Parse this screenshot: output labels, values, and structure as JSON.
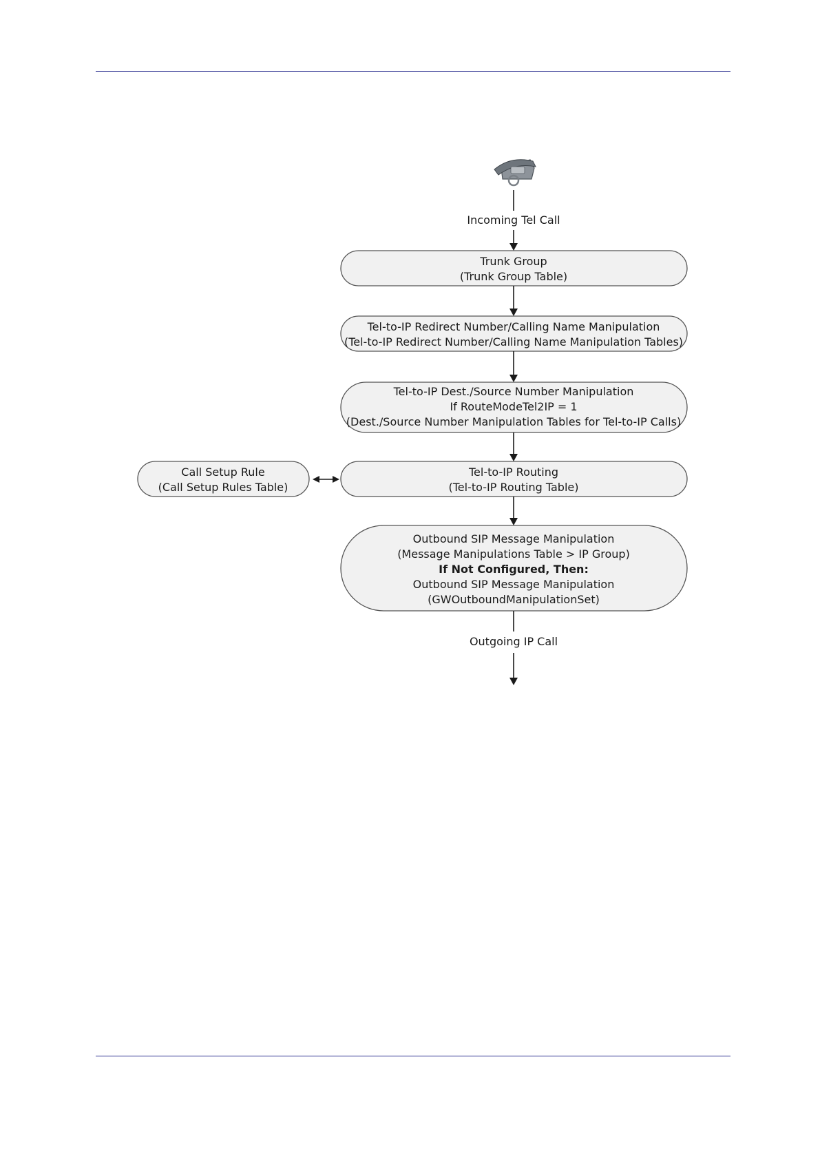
{
  "incoming_label": "Incoming Tel Call",
  "outgoing_label": "Outgoing IP Call",
  "trunk_group": {
    "line1": "Trunk Group",
    "line2": "(Trunk Group Table)"
  },
  "redirect_manipulation": {
    "line1": "Tel-to-IP Redirect Number/Calling Name Manipulation",
    "line2": "(Tel-to-IP Redirect Number/Calling Name Manipulation Tables)"
  },
  "number_manipulation": {
    "line1": "Tel-to-IP Dest./Source Number Manipulation",
    "line2": "If RouteModeTel2IP = 1",
    "line3": "(Dest./Source Number Manipulation Tables for Tel-to-IP Calls)"
  },
  "call_setup_rule": {
    "line1": "Call Setup Rule",
    "line2": "(Call Setup Rules Table)"
  },
  "routing": {
    "line1": "Tel-to-IP Routing",
    "line2": "(Tel-to-IP Routing Table)"
  },
  "outbound_manipulation": {
    "line1": "Outbound SIP Message Manipulation",
    "line2": "(Message Manipulations Table > IP Group)",
    "line3": "If Not Configured, Then:",
    "line4": "Outbound SIP Message Manipulation",
    "line5": "(GWOutboundManipulationSet)"
  },
  "icons": {
    "phone": "telephone-icon"
  }
}
